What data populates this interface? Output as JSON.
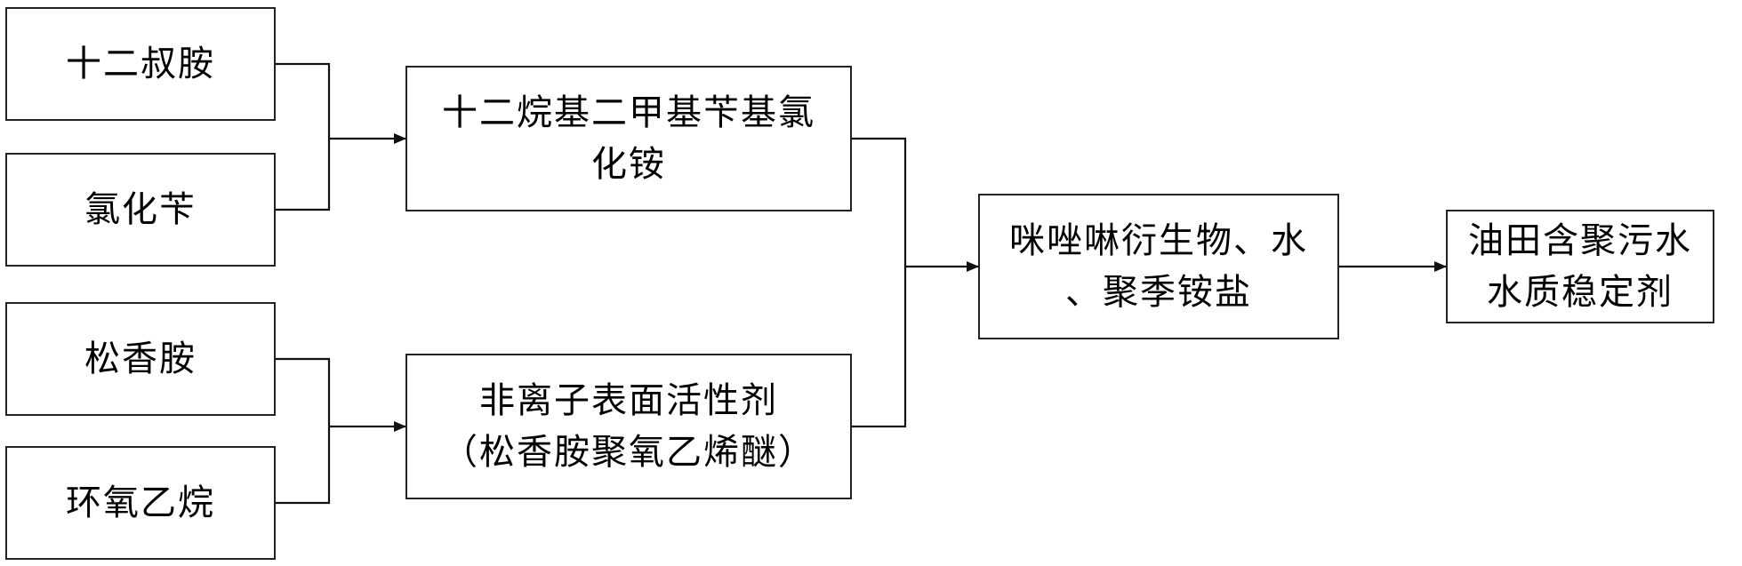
{
  "diagram": {
    "inputs": {
      "dodecylamine": "十二叔胺",
      "benzyl_chloride": "氯化苄",
      "rosin_amine": "松香胺",
      "ethylene_oxide": "环氧乙烷"
    },
    "intermediates": {
      "quat_line1": "十二烷基二甲基苄基氯",
      "quat_line2": "化铵",
      "nonionic_line1": "非离子表面活性剂",
      "nonionic_line2": "（松香胺聚氧乙烯醚）"
    },
    "mixture": {
      "line1": "咪唑啉衍生物、水",
      "line2": "、聚季铵盐"
    },
    "product": {
      "line1": "油田含聚污水",
      "line2": "水质稳定剂"
    }
  }
}
